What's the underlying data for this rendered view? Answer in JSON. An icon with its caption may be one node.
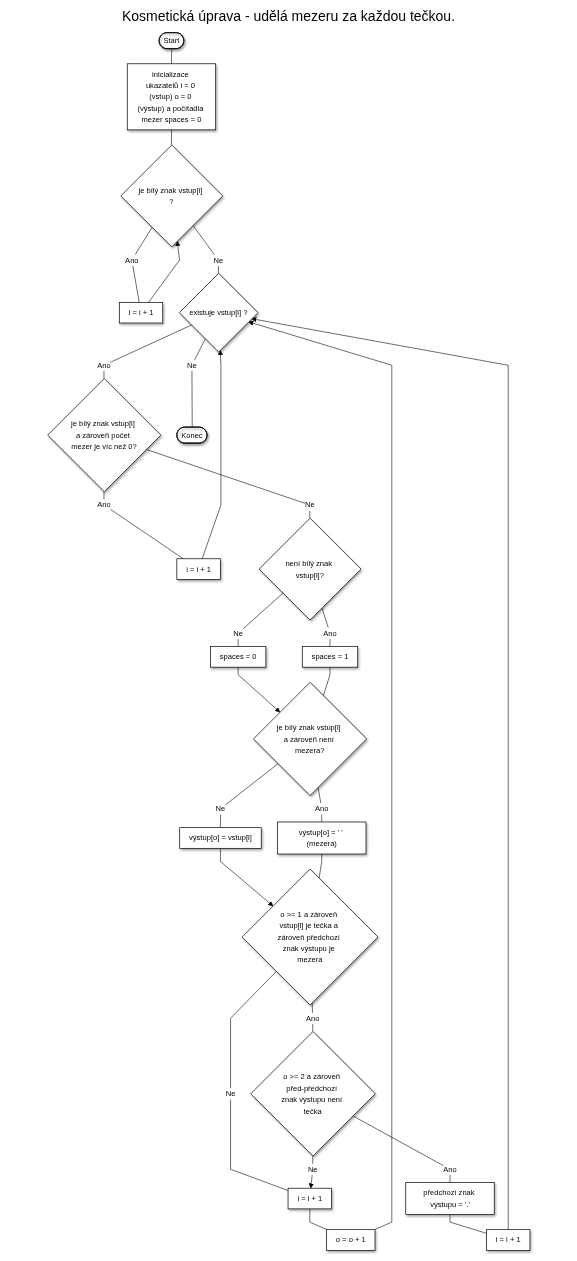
{
  "diagram": {
    "nodes": [
      {
        "text": [
          "Start"
        ]
      },
      {
        "text": [
          "inicializace ukazatelů i = 0 (vstup) o = 0 (výstup) a počítadla mezer spaces = 0"
        ]
      },
      {
        "text": [
          "je bílý znak vstup[i] ?"
        ]
      },
      {
        "text": [
          "i = i + 1"
        ]
      },
      {
        "text": [
          "existuje vstup[i] ?"
        ]
      },
      {
        "text": [
          "je bílý znak vstup[i] a zároveň počet mezer je víc než 0?"
        ]
      },
      {
        "text": [
          "i = i + 1"
        ]
      },
      {
        "text": [
          "není bílý znak vstup[i]?"
        ]
      },
      {
        "text": [
          "spaces = 0"
        ]
      },
      {
        "text": [
          "spaces = 1"
        ]
      },
      {
        "text": [
          "je bílý znak vstup[i] a zároveň není mezera?"
        ]
      },
      {
        "text": [
          "výstup[o] = vstup[i]"
        ]
      },
      {
        "text": [
          "výstup[o] = ' ' (mezera)"
        ]
      },
      {
        "text": [
          "o >= 1 a zároveň vstup[i] je tečka a zároveň předchozí znak výstupu je mezera"
        ]
      },
      {
        "text": [
          "o >= 2 a zároveň před-předchozí znak výstupu není tečka"
        ]
      },
      {
        "text": [
          "předchozí znak výstupu = '.'"
        ]
      },
      {
        "text": [
          "i = i + 1"
        ]
      },
      {
        "text": [
          "i = i + 1"
        ]
      },
      {
        "text": [
          "o = o + 1"
        ]
      },
      {
        "text": [
          "Konec"
        ]
      }
    ],
    "edges": [
      {
        "from": 0,
        "to": 1,
        "arrow": "none"
      },
      {
        "from": 1,
        "to": 2,
        "arrow": "none"
      },
      {
        "from": 2,
        "to": 3,
        "label": "Ano",
        "arrow": "none"
      },
      {
        "from": 3,
        "to": 2,
        "arrow": "to"
      },
      {
        "from": 2,
        "to": 4,
        "label": "Ne",
        "arrow": "none"
      },
      {
        "from": 4,
        "to": 19,
        "label": "Ne",
        "arrow": "none"
      },
      {
        "from": 4,
        "to": 5,
        "label": "Ano",
        "arrow": "none"
      },
      {
        "from": 5,
        "to": 6,
        "label": "Ano",
        "arrow": "none"
      },
      {
        "from": 6,
        "to": 4,
        "arrow": "to"
      },
      {
        "from": 5,
        "to": 7,
        "label": "Ne",
        "arrow": "none"
      },
      {
        "from": 7,
        "to": 8,
        "label": "Ne",
        "arrow": "none"
      },
      {
        "from": 7,
        "to": 9,
        "label": "Ano",
        "arrow": "none"
      },
      {
        "from": 8,
        "to": 10,
        "arrow": "to"
      },
      {
        "from": 9,
        "to": 10,
        "arrow": "none"
      },
      {
        "from": 10,
        "to": 11,
        "label": "Ne",
        "arrow": "none"
      },
      {
        "from": 10,
        "to": 12,
        "label": "Ano",
        "arrow": "none"
      },
      {
        "from": 11,
        "to": 13,
        "arrow": "to"
      },
      {
        "from": 12,
        "to": 13,
        "arrow": "none"
      },
      {
        "from": 13,
        "to": 14,
        "label": "Ano",
        "arrow": "none"
      },
      {
        "from": 13,
        "to": 17,
        "label": "Ne",
        "arrow": "none"
      },
      {
        "from": 14,
        "to": 15,
        "label": "Ano",
        "arrow": "none"
      },
      {
        "from": 14,
        "to": 17,
        "label": "Ne",
        "arrow": "to"
      },
      {
        "from": 15,
        "to": 16,
        "arrow": "none"
      },
      {
        "from": 16,
        "to": 4,
        "arrow": "to"
      },
      {
        "from": 17,
        "to": 18,
        "arrow": "none"
      },
      {
        "from": 18,
        "to": 4,
        "arrow": "to"
      }
    ],
    "labels": [
      "Kosmetická úprava - udělá mezeru za každou tečkou."
    ]
  }
}
